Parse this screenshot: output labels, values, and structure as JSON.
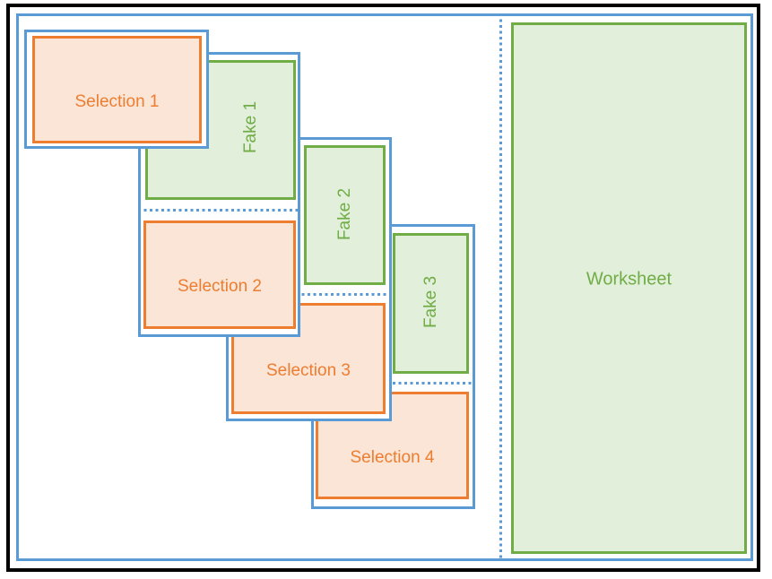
{
  "worksheet": {
    "label": "Worksheet"
  },
  "containers": [
    {
      "selection_label": "Selection 1"
    },
    {
      "fake_label": "Fake 1",
      "selection_label": "Selection 2"
    },
    {
      "fake_label": "Fake 2",
      "selection_label": "Selection 3"
    },
    {
      "fake_label": "Fake 3",
      "selection_label": "Selection 4"
    }
  ],
  "colors": {
    "frame_black": "#000000",
    "container_blue": "#5b9bd5",
    "selection_border_orange": "#ed7d31",
    "selection_fill_orange": "#fbe5d6",
    "fake_border_green": "#70ad47",
    "fake_fill_green": "#e2efda"
  }
}
